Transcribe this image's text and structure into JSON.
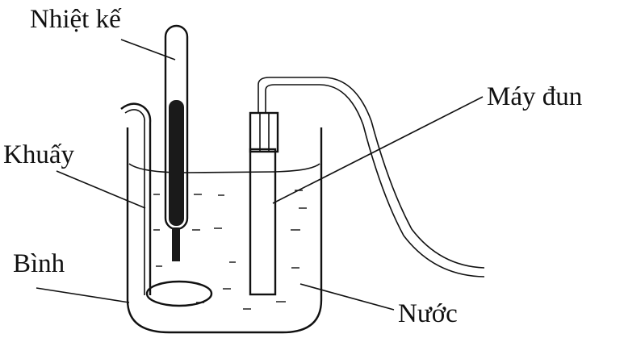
{
  "labels": {
    "thermometer": "Nhiệt kế",
    "heater": "Máy đun",
    "stirrer": "Khuấy",
    "vessel": "Bình",
    "water": "Nước"
  }
}
